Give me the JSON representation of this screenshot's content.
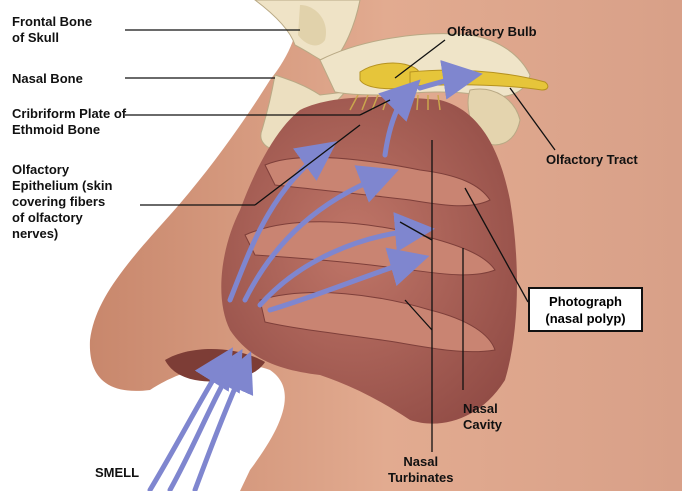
{
  "labels": {
    "frontal_bone": [
      "Frontal Bone",
      "of Skull"
    ],
    "nasal_bone": "Nasal Bone",
    "cribriform_plate": [
      "Cribriform Plate of",
      "Ethmoid Bone"
    ],
    "olfactory_epithelium": [
      "Olfactory",
      "Epithelium (skin",
      "covering fibers",
      "of olfactory",
      "nerves)"
    ],
    "olfactory_bulb": "Olfactory Bulb",
    "olfactory_tract": "Olfactory Tract",
    "photograph": [
      "Photograph",
      "(nasal polyp)"
    ],
    "nasal_cavity": [
      "Nasal",
      "Cavity"
    ],
    "nasal_turbinates": [
      "Nasal",
      "Turbinates"
    ],
    "smell": "SMELL"
  },
  "colors": {
    "skin": "#d49a7e",
    "cavity": "#a85f55",
    "bone": "#eee2c4",
    "nerve": "#e6c53a",
    "arrow": "#7f86cf"
  }
}
